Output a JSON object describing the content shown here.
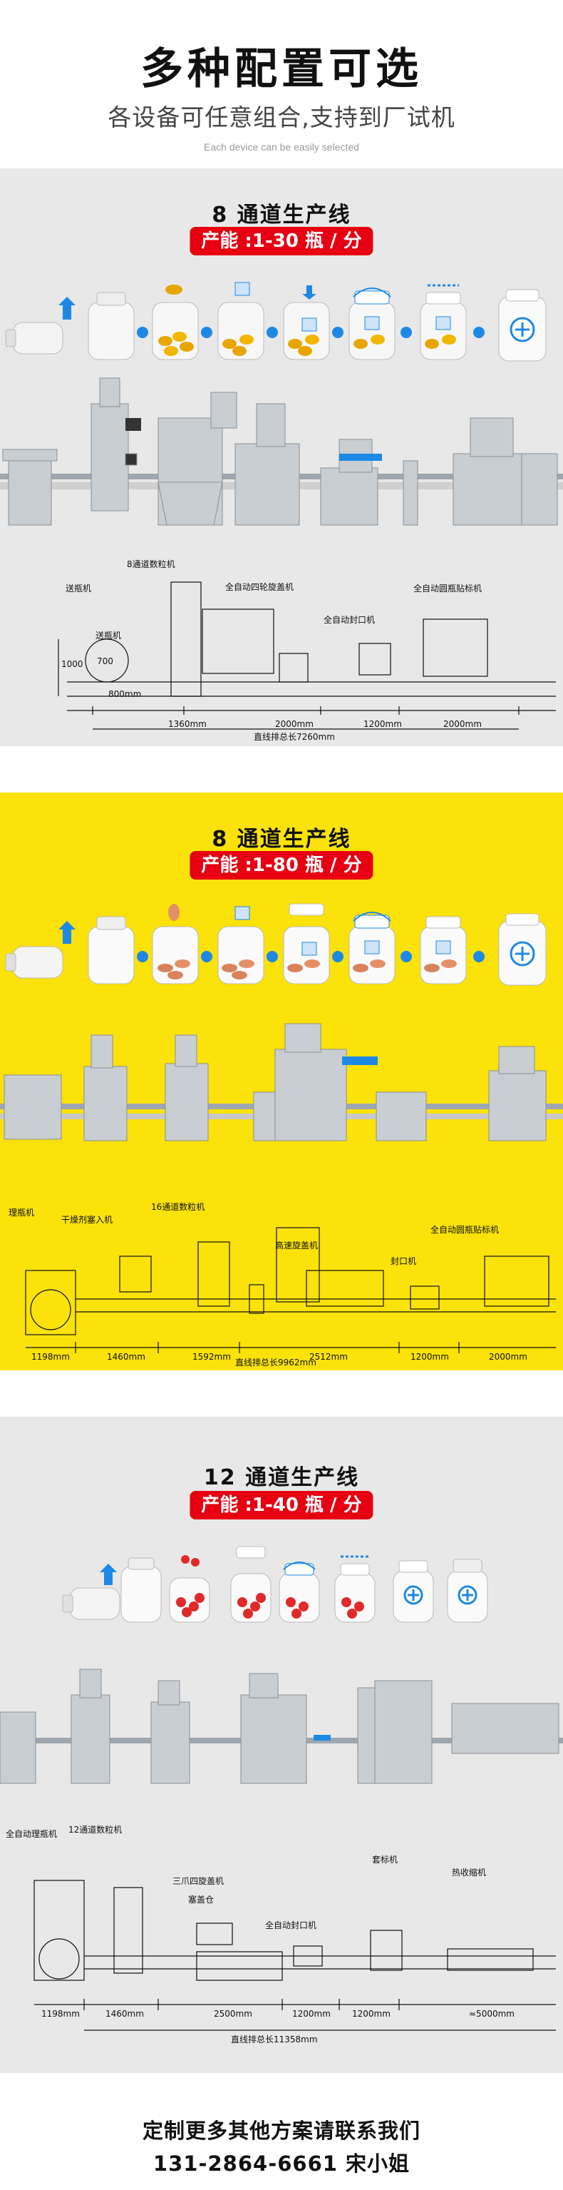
{
  "hero": {
    "title": "多种配置可选",
    "subtitle": "各设备可任意组合,支持到厂试机",
    "subtitle_en": "Each device can be easily selected"
  },
  "sections": [
    {
      "title": "8 通道生产线",
      "capacity": "产能 :1-30 瓶 / 分",
      "labels": [
        "送瓶机",
        "8通道数粒机",
        "全自动四轮旋盖机",
        "全自动封口机",
        "全自动圆瓶贴标机",
        "送瓶机"
      ],
      "height_label": "1000",
      "side_dim": "700",
      "dims": [
        "800mm",
        "1360mm",
        "2000mm",
        "1200mm",
        "2000mm"
      ],
      "total": "直线排总长7260mm"
    },
    {
      "title": "8 通道生产线",
      "capacity": "产能 :1-80 瓶 / 分",
      "labels": [
        "理瓶机",
        "干燥剂塞入机",
        "16通道数粒机",
        "高速旋盖机",
        "封口机",
        "全自动圆瓶贴标机"
      ],
      "dims": [
        "1198mm",
        "1460mm",
        "1592mm",
        "2512mm",
        "1200mm",
        "2000mm"
      ],
      "total": "直线排总长9962mm"
    },
    {
      "title": "12 通道生产线",
      "capacity": "产能 :1-40 瓶 / 分",
      "labels": [
        "全自动理瓶机",
        "12通道数粒机",
        "三爪四旋盖机",
        "塞盖仓",
        "全自动封口机",
        "套标机",
        "热收缩机"
      ],
      "dims": [
        "1198mm",
        "1460mm",
        "2500mm",
        "1200mm",
        "1200mm",
        "≈5000mm"
      ],
      "total": "直线排总长11358mm"
    }
  ],
  "footer": {
    "line1": "定制更多其他方案请联系我们",
    "line2": "131-2864-6661 宋小姐"
  },
  "colors": {
    "accent_red": "#e60012",
    "accent_yellow": "#fae20a",
    "arrow_blue": "#1e88e5",
    "grey_bg": "#e8e8e8"
  }
}
